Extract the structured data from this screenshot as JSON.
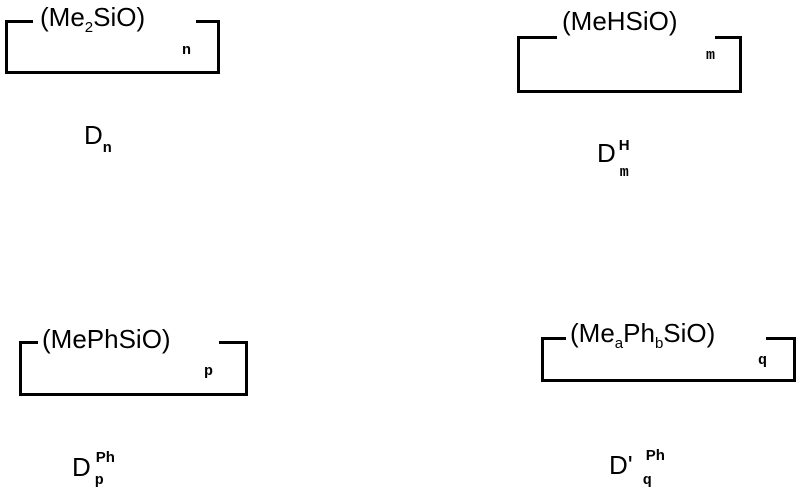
{
  "units": [
    {
      "prefix": "(Me",
      "sub": "2",
      "rest": "SiO)",
      "index": "n",
      "label_main": "D",
      "label_sub": "n",
      "label_sup": "",
      "label_prime": ""
    },
    {
      "prefix": "(MeHSiO)",
      "sub": "",
      "rest": "",
      "index": "m",
      "label_main": "D",
      "label_sub": "m",
      "label_sup": "H",
      "label_prime": ""
    },
    {
      "prefix": "(MePhSiO)",
      "sub": "",
      "rest": "",
      "index": "p",
      "label_main": "D",
      "label_sub": "p",
      "label_sup": "Ph",
      "label_prime": ""
    },
    {
      "prefix": "(Me",
      "sub": "a",
      "mid": "Ph",
      "sub2": "b",
      "rest": "SiO)",
      "index": "q",
      "label_main": "D",
      "label_sub": "q",
      "label_sup": "Ph",
      "label_prime": "'"
    }
  ]
}
